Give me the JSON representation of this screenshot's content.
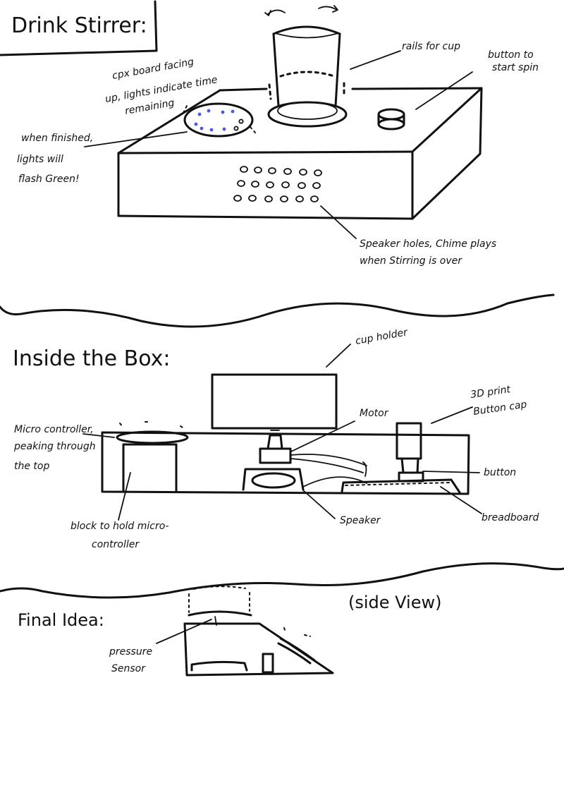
{
  "sections": {
    "top_title": "Drink Stirrer:",
    "inside_title": "Inside the Box:",
    "final_title": "Final Idea:",
    "side_view": "(side View)"
  },
  "labels": {
    "rails": "rails for cup",
    "button_spin_1": "button to",
    "button_spin_2": "start spin",
    "cpx_1": "cpx board facing",
    "cpx_2": "up, lights indicate time",
    "cpx_3": "remaining",
    "finished_1": "when finished,",
    "finished_2": "lights will",
    "finished_3": "flash Green!",
    "speaker_holes_1": "Speaker holes, Chime plays",
    "speaker_holes_2": "when Stirring is over",
    "cup_holder": "cup holder",
    "motor": "Motor",
    "print_cap_1": "3D print",
    "print_cap_2": "Button cap",
    "micro_1": "Micro controller,",
    "micro_2": "peaking through",
    "micro_3": "the top",
    "button": "button",
    "speaker": "Speaker",
    "breadboard": "breadboard",
    "block_1": "block to hold micro-",
    "block_2": "controller",
    "pressure_1": "pressure",
    "pressure_2": "Sensor"
  },
  "colors": {
    "ink": "#111111",
    "led": "#4b5bd9"
  }
}
